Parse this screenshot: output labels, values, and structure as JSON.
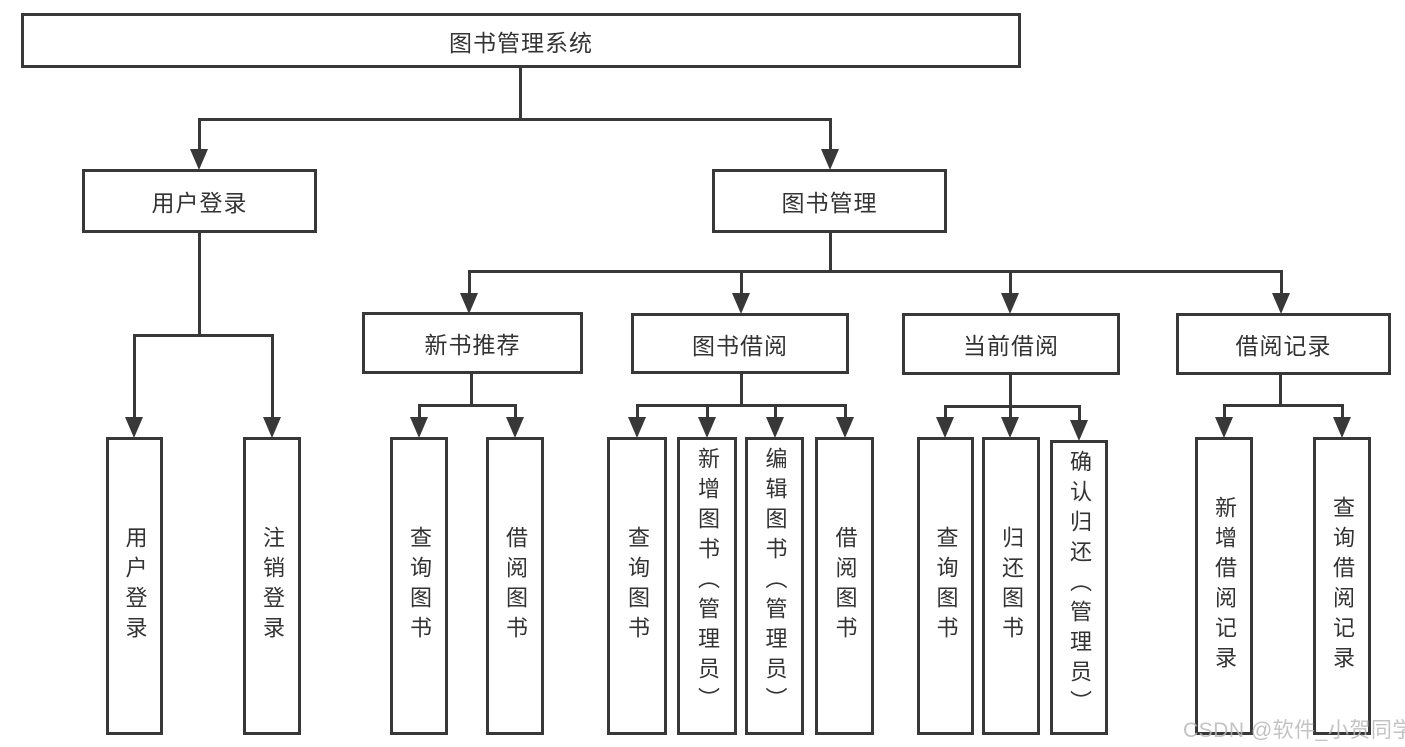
{
  "colors": {
    "line": "#383838",
    "box_border": "#383838",
    "box_fill": "#ffffff",
    "text": "#333333",
    "watermark": "#b9b9b9",
    "background": "#ffffff"
  },
  "tree": {
    "root": {
      "label": "图书管理系统"
    },
    "branches": [
      {
        "label": "用户登录",
        "children": [
          {
            "label": "用户登录"
          },
          {
            "label": "注销登录"
          }
        ]
      },
      {
        "label": "图书管理",
        "children": [
          {
            "label": "新书推荐",
            "children": [
              {
                "label": "查询图书"
              },
              {
                "label": "借阅图书"
              }
            ]
          },
          {
            "label": "图书借阅",
            "children": [
              {
                "label": "查询图书"
              },
              {
                "label": "新增图书（管理员）"
              },
              {
                "label": "编辑图书（管理员）"
              },
              {
                "label": "借阅图书"
              }
            ]
          },
          {
            "label": "当前借阅",
            "children": [
              {
                "label": "查询图书"
              },
              {
                "label": "归还图书"
              },
              {
                "label": "确认归还（管理员）"
              }
            ]
          },
          {
            "label": "借阅记录",
            "children": [
              {
                "label": "新增借阅记录"
              },
              {
                "label": "查询借阅记录"
              }
            ]
          }
        ]
      }
    ]
  },
  "watermark": {
    "text": "CSDN @软件_小贺同学"
  }
}
